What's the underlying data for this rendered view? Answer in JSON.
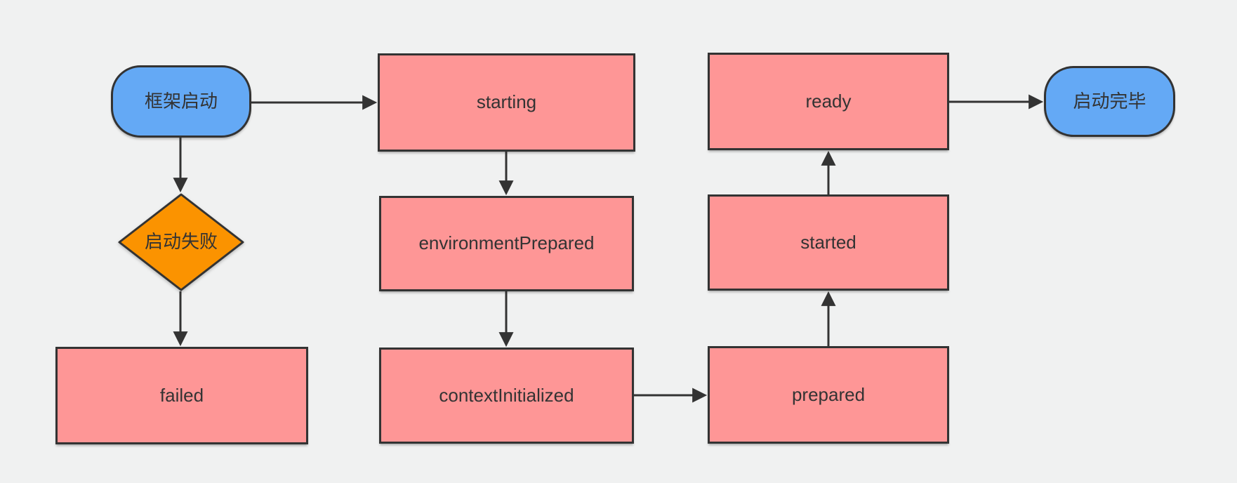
{
  "diagram": {
    "background": "#F0F1F1",
    "palette": {
      "process_fill": "#FE9696",
      "terminator_fill": "#64A9F5",
      "decision_fill": "#FB9300",
      "border": "#333333",
      "arrow": "#333333",
      "text": "#333333"
    },
    "nodes": {
      "frame_start": {
        "label": "框架启动",
        "shape": "terminator"
      },
      "start_failed": {
        "label": "启动失败",
        "shape": "decision"
      },
      "failed": {
        "label": "failed",
        "shape": "process"
      },
      "starting": {
        "label": "starting",
        "shape": "process"
      },
      "environment_prepared": {
        "label": "environmentPrepared",
        "shape": "process"
      },
      "context_initialized": {
        "label": "contextInitialized",
        "shape": "process"
      },
      "prepared": {
        "label": "prepared",
        "shape": "process"
      },
      "started": {
        "label": "started",
        "shape": "process"
      },
      "ready": {
        "label": "ready",
        "shape": "process"
      },
      "start_done": {
        "label": "启动完毕",
        "shape": "terminator"
      }
    },
    "edges": [
      {
        "from": "frame_start",
        "to": "starting"
      },
      {
        "from": "frame_start",
        "to": "start_failed"
      },
      {
        "from": "start_failed",
        "to": "failed"
      },
      {
        "from": "starting",
        "to": "environment_prepared"
      },
      {
        "from": "environment_prepared",
        "to": "context_initialized"
      },
      {
        "from": "context_initialized",
        "to": "prepared"
      },
      {
        "from": "prepared",
        "to": "started"
      },
      {
        "from": "started",
        "to": "ready"
      },
      {
        "from": "ready",
        "to": "start_done"
      }
    ]
  }
}
